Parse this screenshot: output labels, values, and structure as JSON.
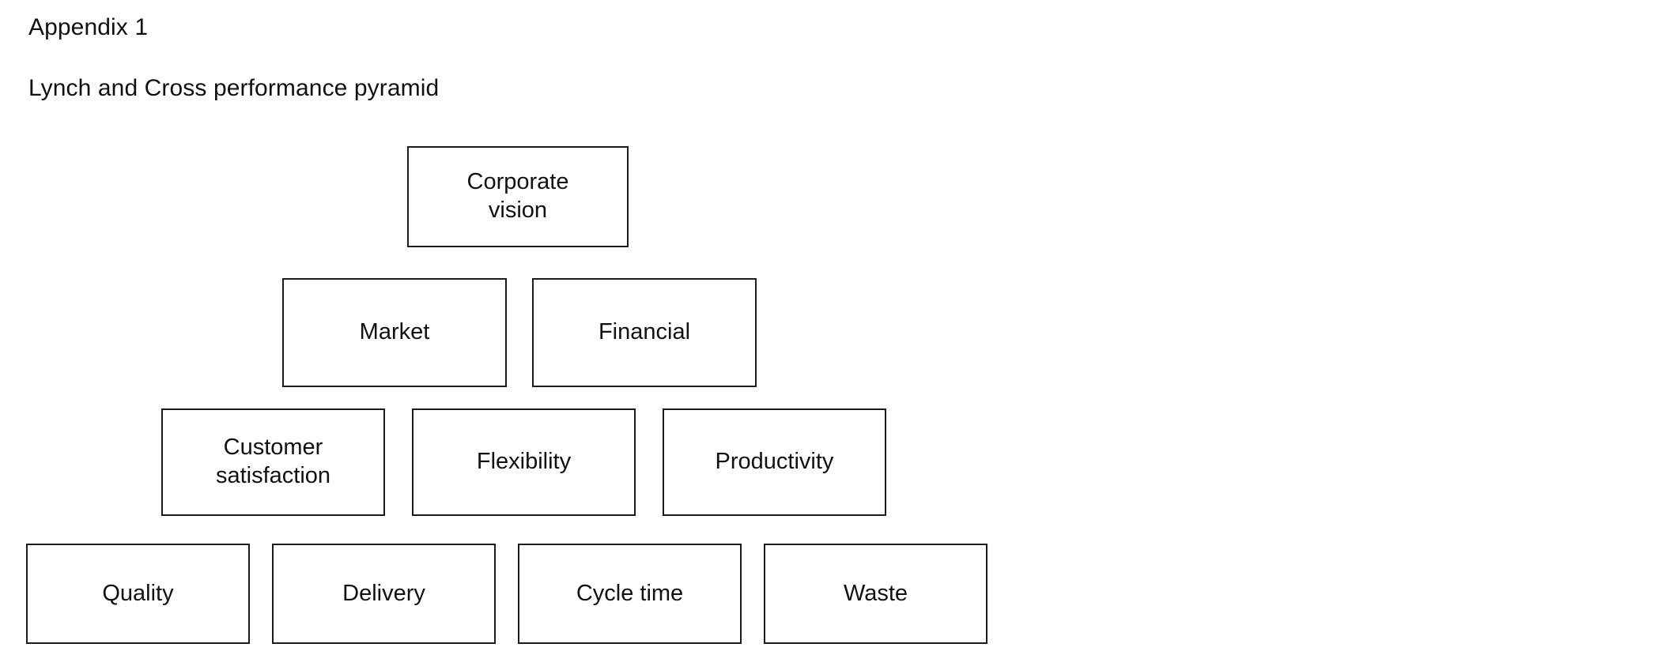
{
  "document": {
    "appendix_label": "Appendix 1",
    "figure_title": "Lynch and Cross performance pyramid"
  },
  "colors": {
    "page_background": "#ffffff",
    "box_border": "#1c1c1c",
    "box_fill": "#ffffff",
    "text": "#111111"
  },
  "chart_data": {
    "type": "diagram",
    "diagram_kind": "pyramid-hierarchy",
    "title": "Lynch and Cross performance pyramid",
    "levels": [
      {
        "level": 1,
        "node_count": 1,
        "nodes": [
          {
            "label": "Corporate\nvision",
            "text": "Corporate vision"
          }
        ]
      },
      {
        "level": 2,
        "node_count": 2,
        "nodes": [
          {
            "label": "Market",
            "text": "Market"
          },
          {
            "label": "Financial",
            "text": "Financial"
          }
        ]
      },
      {
        "level": 3,
        "node_count": 3,
        "nodes": [
          {
            "label": "Customer\nsatisfaction",
            "text": "Customer satisfaction"
          },
          {
            "label": "Flexibility",
            "text": "Flexibility"
          },
          {
            "label": "Productivity",
            "text": "Productivity"
          }
        ]
      },
      {
        "level": 4,
        "node_count": 4,
        "nodes": [
          {
            "label": "Quality",
            "text": "Quality"
          },
          {
            "label": "Delivery",
            "text": "Delivery"
          },
          {
            "label": "Cycle time",
            "text": "Cycle time"
          },
          {
            "label": "Waste",
            "text": "Waste"
          }
        ]
      }
    ]
  }
}
